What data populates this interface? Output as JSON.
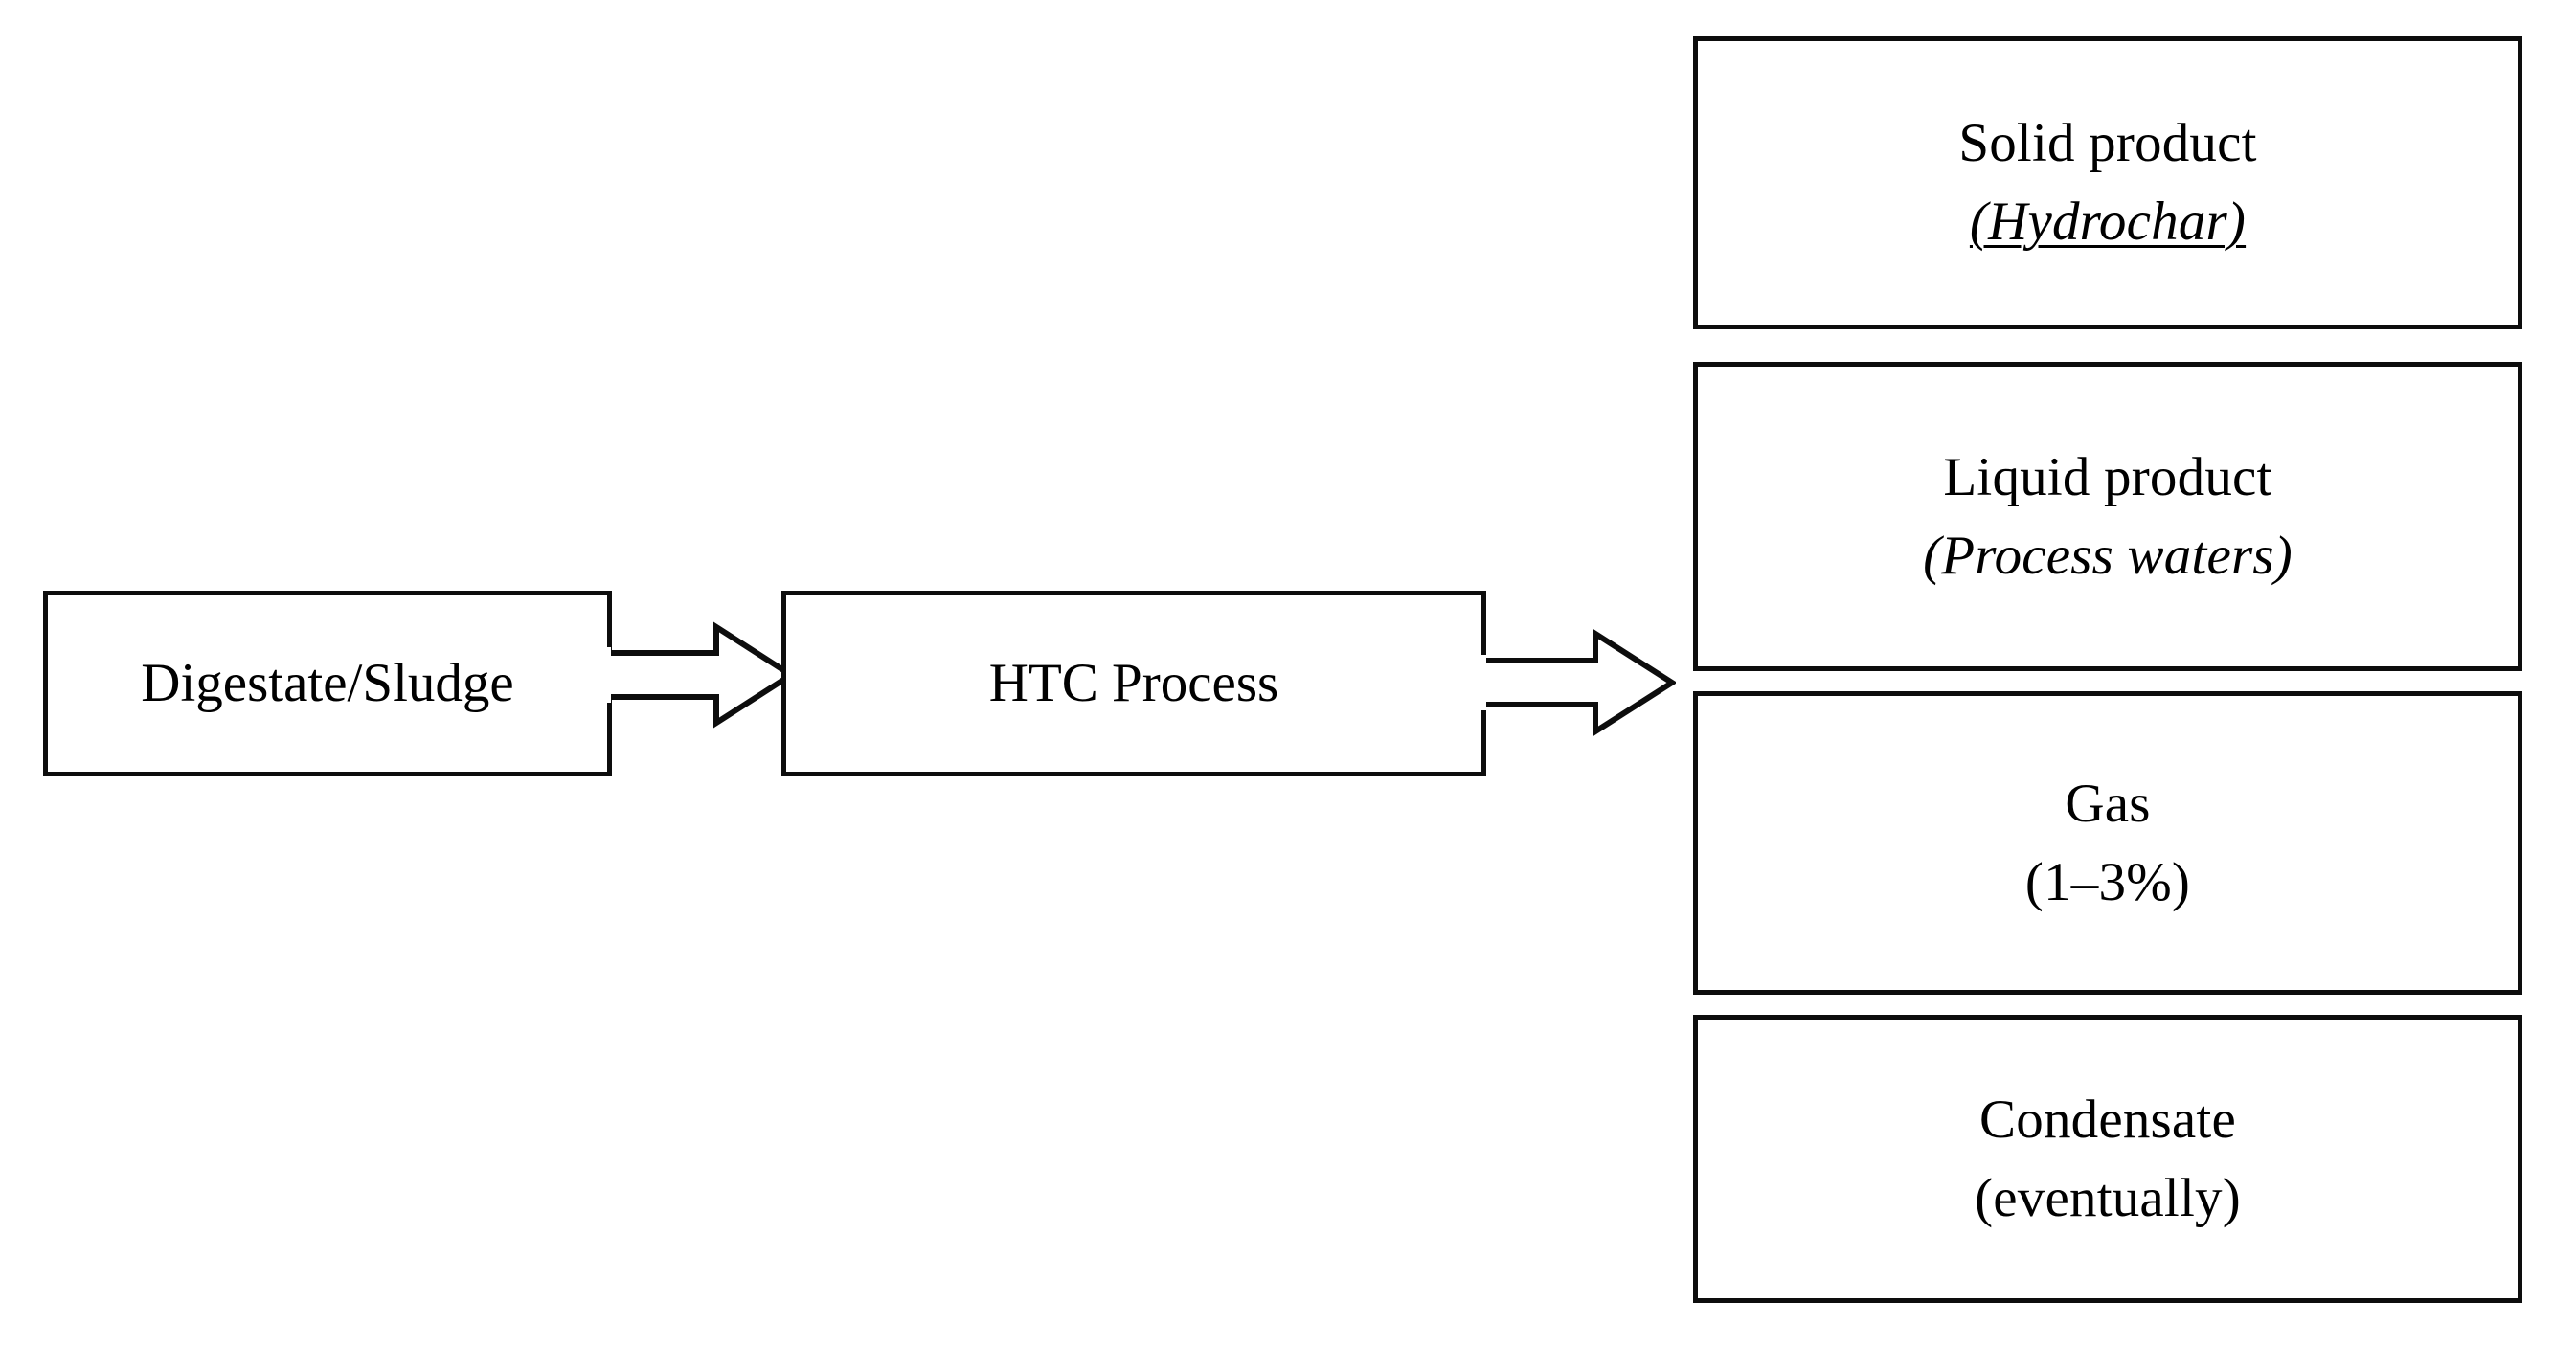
{
  "diagram": {
    "title": "HTC Process flow diagram",
    "background_color": "#ffffff",
    "line_color": "#0d0d0d",
    "text_color": "#000000",
    "nodes": {
      "input": {
        "label": "Digestate/Sludge"
      },
      "process": {
        "label": "HTC Process"
      },
      "solid": {
        "label": "Solid product",
        "sub": "(Hydrochar)"
      },
      "liquid": {
        "label": "Liquid product",
        "sub": "(Process waters)"
      },
      "gas": {
        "label": "Gas",
        "sub": "(1–3%)"
      },
      "condensate": {
        "label": "Condensate",
        "sub": "(eventually)"
      }
    },
    "arrows": [
      {
        "name": "arrow-input-to-process",
        "from": "Digestate/Sludge",
        "to": "HTC Process",
        "style": "hollow-block-arrow",
        "direction": "right"
      },
      {
        "name": "arrow-process-to-products",
        "from": "HTC Process",
        "to": "Products",
        "style": "hollow-block-arrow",
        "direction": "right"
      }
    ]
  }
}
